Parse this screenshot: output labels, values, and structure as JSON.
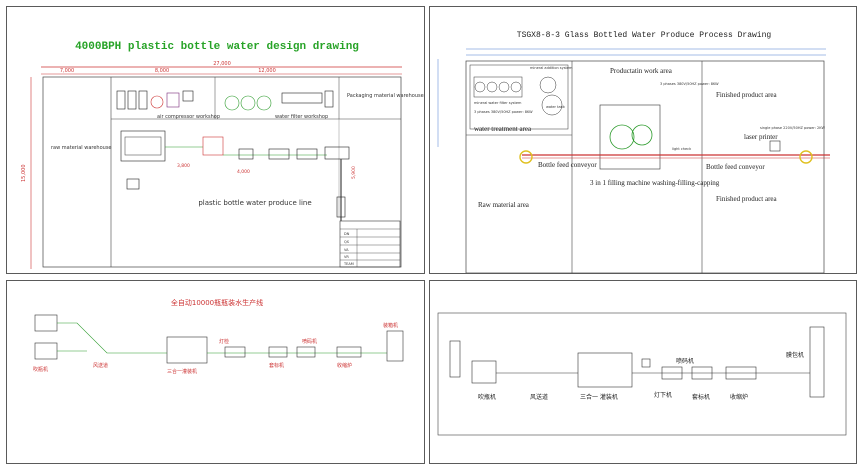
{
  "panel1": {
    "title": "4000BPH plastic bottle water design drawing",
    "dims_top": [
      "7,000",
      "8,000",
      "12,000"
    ],
    "dim_total": "27,000",
    "dim_side": "15,000",
    "dim_mid": [
      "3,800",
      "4,000",
      "5,900"
    ],
    "air_compressor_label": "air compressor workshop",
    "water_filter_label": "water filter workshop",
    "packaging_label": "Packaging material warehouse",
    "raw_material_label": "raw material warehouse",
    "produce_line_label": "plastic bottle water produce line",
    "table_rows": [
      "DN",
      "QS",
      "VA",
      "VR",
      "TEAM"
    ]
  },
  "panel2": {
    "title": "TSGX8-8-3 Glass Bottled Water Produce Process Drawing",
    "mineral_label": "mineral addition system",
    "water_filter_system": "mineral water filter system",
    "phases_left": "3 phases 380V/50HZ power: 8KW",
    "water_tank": "water tank",
    "water_treatment": "water treatment area",
    "production_area": "Productatin work area",
    "phases_mid": "3 phases 380V/50HZ power: 8KW",
    "light_check": "light check",
    "finished_top": "Finished product area",
    "laser_printer": "laser printer",
    "phases_right": "single phase 220V/50HZ power: 2KW",
    "bottle_feed_left": "Bottle feed conveyor",
    "bottle_feed_right": "Bottle feed  conveyor",
    "filling_machine": "3 in 1 filling machine washing-filling-capping",
    "raw_material": "Raw material area",
    "finished_bottom": "Finished product area"
  },
  "panel3": {
    "title": "全自动10000瓶瓶装水生产线",
    "labels": [
      "吹瓶机",
      "风送道",
      "三合一灌装机",
      "灯检",
      "喷码机",
      "套标机",
      "收缩炉",
      "装箱机"
    ]
  },
  "panel4": {
    "label_blow": "吹瓶机",
    "label_air": "风送道",
    "label_filler": "三合一 灌装机",
    "label_lamp": "灯下机",
    "label_coder": "喷码机",
    "label_sleeve": "套标机",
    "label_shrink": "收缩炉",
    "label_wrap": "膜包机"
  }
}
